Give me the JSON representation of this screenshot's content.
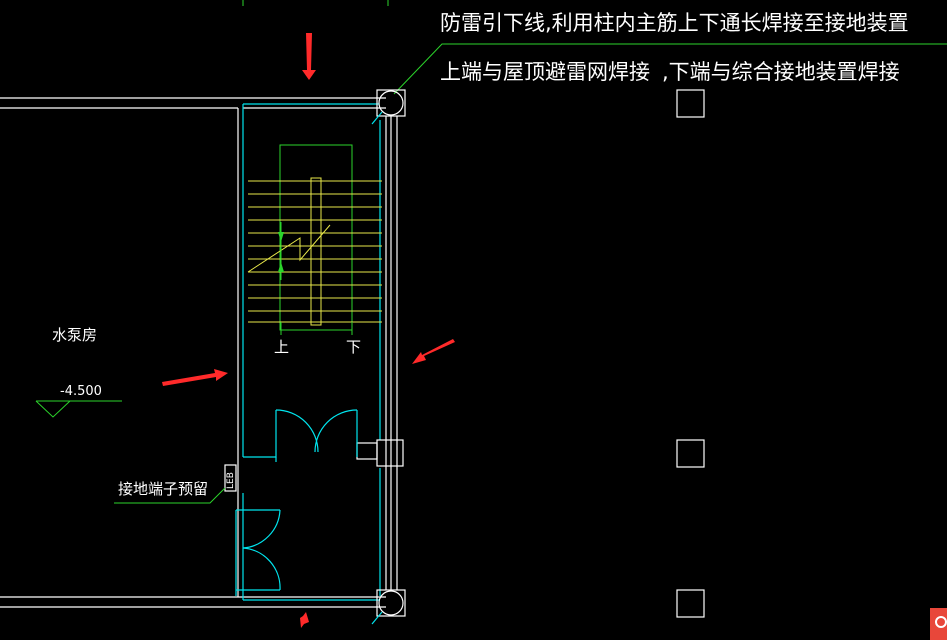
{
  "annotations": {
    "note_line1": "防雷引下线,利用柱内主筋上下通长焊接至接地装置",
    "note_line2a": "上端与屋顶避雷网焊接",
    "note_line2b": ",下端与综合接地装置焊接"
  },
  "rooms": {
    "pump_room": "水泵房",
    "elevation": "-4.500"
  },
  "stairs": {
    "up_label": "上",
    "down_label": "下"
  },
  "terminal": {
    "label": "接地端子预留",
    "tag": "LEB"
  },
  "colors": {
    "background": "#000000",
    "walls": "#ffffff",
    "doors": "#00e5ee",
    "stairs": "#e8e84a",
    "leaders": "#2bd42b",
    "arrows": "#ff2a2a"
  }
}
